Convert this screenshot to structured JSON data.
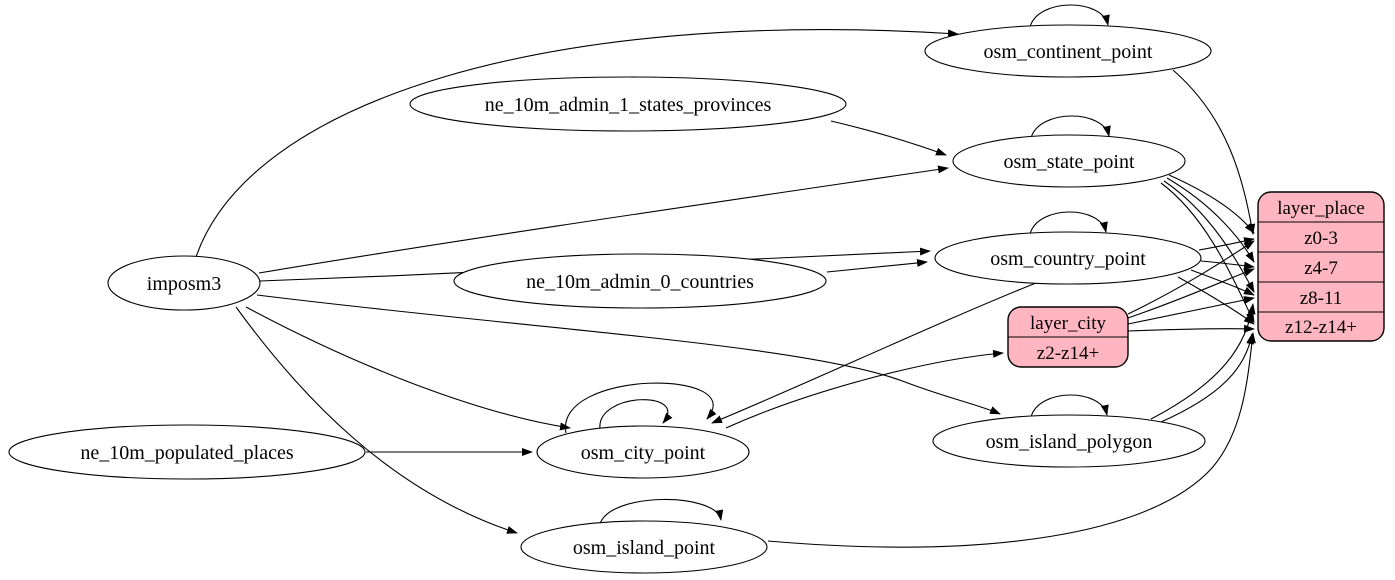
{
  "diagram_type": "graphviz-etl-flow",
  "colors": {
    "background": "#ffffff",
    "node_fill": "#ffffff",
    "node_stroke": "#000000",
    "edge_color": "#000000",
    "record_fill": "#ffb6c1"
  },
  "nodes": {
    "imposm3": "imposm3",
    "ne_10m_admin_1_states_provinces": "ne_10m_admin_1_states_provinces",
    "ne_10m_admin_0_countries": "ne_10m_admin_0_countries",
    "ne_10m_populated_places": "ne_10m_populated_places",
    "osm_continent_point": "osm_continent_point",
    "osm_state_point": "osm_state_point",
    "osm_country_point": "osm_country_point",
    "osm_city_point": "osm_city_point",
    "osm_island_polygon": "osm_island_polygon",
    "osm_island_point": "osm_island_point"
  },
  "records": {
    "layer_city": {
      "title": "layer_city",
      "rows": [
        "z2-z14+"
      ]
    },
    "layer_place": {
      "title": "layer_place",
      "rows": [
        "z0-3",
        "z4-7",
        "z8-11",
        "z12-z14+"
      ]
    }
  },
  "edges": [
    {
      "from": "imposm3",
      "to": "osm_continent_point"
    },
    {
      "from": "imposm3",
      "to": "osm_state_point"
    },
    {
      "from": "imposm3",
      "to": "osm_country_point"
    },
    {
      "from": "imposm3",
      "to": "osm_city_point"
    },
    {
      "from": "imposm3",
      "to": "osm_island_polygon"
    },
    {
      "from": "imposm3",
      "to": "osm_island_point"
    },
    {
      "from": "ne_10m_admin_1_states_provinces",
      "to": "osm_state_point"
    },
    {
      "from": "ne_10m_admin_0_countries",
      "to": "osm_country_point"
    },
    {
      "from": "ne_10m_populated_places",
      "to": "osm_city_point"
    },
    {
      "from": "osm_continent_point",
      "to": "osm_continent_point"
    },
    {
      "from": "osm_state_point",
      "to": "osm_state_point"
    },
    {
      "from": "osm_country_point",
      "to": "osm_country_point"
    },
    {
      "from": "osm_city_point",
      "to": "osm_city_point"
    },
    {
      "from": "osm_city_point",
      "to": "osm_city_point"
    },
    {
      "from": "osm_island_polygon",
      "to": "osm_island_polygon"
    },
    {
      "from": "osm_island_point",
      "to": "osm_island_point"
    },
    {
      "from": "osm_country_point",
      "to": "osm_city_point"
    },
    {
      "from": "osm_city_point",
      "to": "layer_city:z2-z14+"
    },
    {
      "from": "osm_continent_point",
      "to": "layer_place:z0-3"
    },
    {
      "from": "osm_state_point",
      "to": "layer_place:z0-3"
    },
    {
      "from": "osm_state_point",
      "to": "layer_place:z4-7"
    },
    {
      "from": "osm_state_point",
      "to": "layer_place:z8-11"
    },
    {
      "from": "osm_state_point",
      "to": "layer_place:z12-z14+"
    },
    {
      "from": "osm_country_point",
      "to": "layer_place:z0-3"
    },
    {
      "from": "osm_country_point",
      "to": "layer_place:z4-7"
    },
    {
      "from": "osm_country_point",
      "to": "layer_place:z8-11"
    },
    {
      "from": "osm_country_point",
      "to": "layer_place:z12-z14+"
    },
    {
      "from": "layer_city",
      "to": "layer_place:z0-3"
    },
    {
      "from": "layer_city",
      "to": "layer_place:z4-7"
    },
    {
      "from": "layer_city",
      "to": "layer_place:z8-11"
    },
    {
      "from": "layer_city",
      "to": "layer_place:z12-z14+"
    },
    {
      "from": "osm_island_polygon",
      "to": "layer_place:z8-11"
    },
    {
      "from": "osm_island_polygon",
      "to": "layer_place:z12-z14+"
    },
    {
      "from": "osm_island_point",
      "to": "layer_place:z12-z14+"
    }
  ]
}
